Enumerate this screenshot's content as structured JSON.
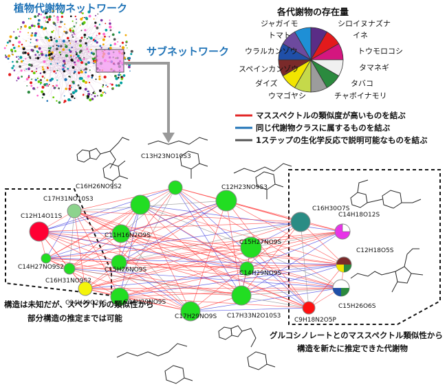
{
  "titles": {
    "network": "植物代謝物ネットワーク",
    "subnetwork": "サブネットワーク",
    "pie": "各代謝物の存在量"
  },
  "pie_legend": [
    {
      "label": "ジャガイモ",
      "color": "#5a2d86"
    },
    {
      "label": "シロイヌナズナ",
      "color": "#e31a1c"
    },
    {
      "label": "トマト",
      "color": "#d4167f"
    },
    {
      "label": "イネ",
      "color": "#f0f0f0"
    },
    {
      "label": "ウラルカンゾウ",
      "color": "#2b8a3e"
    },
    {
      "label": "トウモロコシ",
      "color": "#9c9c9c"
    },
    {
      "label": "スペインカンゾウ",
      "color": "#c5d94a"
    },
    {
      "label": "タマネギ",
      "color": "#f2e500"
    },
    {
      "label": "ダイズ",
      "color": "#7a2a2a"
    },
    {
      "label": "タバコ",
      "color": "#1f4fa8"
    },
    {
      "label": "ウマゴヤシ",
      "color": "#6d4a9e"
    },
    {
      "label": "チャボイナモリ",
      "color": "#1e8fd6"
    }
  ],
  "edge_legend": [
    {
      "label": "マススペクトルの類似度が高いものを結ぶ",
      "color": "#e32626",
      "text_color": "#e32626"
    },
    {
      "label": "同じ代謝物クラスに属するものを結ぶ",
      "color": "#1f73b7",
      "text_color": "#1f73b7"
    },
    {
      "label": "1ステップの生化学反応で説明可能なものを結ぶ",
      "color": "#555555",
      "text_color": "#111111"
    }
  ],
  "notes": {
    "left": [
      "構造は未知だが、スペクトルの類似性から",
      "部分構造の推定までは可能"
    ],
    "right": [
      "グルコシノレートとのマススペクトル類似性から",
      "構造を新たに推定できた代謝物"
    ]
  },
  "nodes": [
    {
      "id": "n1",
      "formula": "C16H26NO9S2",
      "color": "#22dd22"
    },
    {
      "id": "n2",
      "formula": "C13H23NO10S3",
      "color": "#22dd22"
    },
    {
      "id": "n3",
      "formula": "C12H23NO9S3",
      "color": "#22dd22"
    },
    {
      "id": "n4",
      "formula": "C11H16N2O9S",
      "color": "#22dd22"
    },
    {
      "id": "n5",
      "formula": "C15H26NO9S",
      "color": "#22dd22"
    },
    {
      "id": "n6",
      "formula": "C14H29NO9S",
      "color": "#22dd22"
    },
    {
      "id": "n7",
      "formula": "C15H27NO9S",
      "color": "#22dd22"
    },
    {
      "id": "n8",
      "formula": "C17H29NO9S",
      "color": "#22dd22"
    },
    {
      "id": "n9",
      "formula": "C17H33N2O10S3",
      "color": "#22dd22"
    },
    {
      "id": "n10",
      "formula": "C14H29NO9S",
      "color": "#22dd22"
    },
    {
      "id": "n11",
      "formula": "C17H31NO10S3",
      "color": "#8dd38d"
    },
    {
      "id": "n12",
      "formula": "C12H14O11S",
      "color": "#ff0033"
    },
    {
      "id": "n13",
      "formula": "C14H27NO9S2",
      "color": "#22dd22"
    },
    {
      "id": "n14",
      "formula": "C16H31NO9S2",
      "color": "#22dd22"
    },
    {
      "id": "n15",
      "formula": "C24H40O20S",
      "color": "#f4f40a"
    },
    {
      "id": "n16",
      "formula": "C16H30O7S",
      "color": "#2a8c84"
    },
    {
      "id": "n17",
      "formula": "C14H18O12S",
      "color": "#e834e8"
    },
    {
      "id": "n18",
      "formula": "C12H18O5S",
      "color": "#7a2a2a"
    },
    {
      "id": "n19",
      "formula": "C15H26O6S",
      "color": "#ffffff"
    },
    {
      "id": "n20",
      "formula": "C9H18N2O5P",
      "color": "#ff1111"
    }
  ]
}
